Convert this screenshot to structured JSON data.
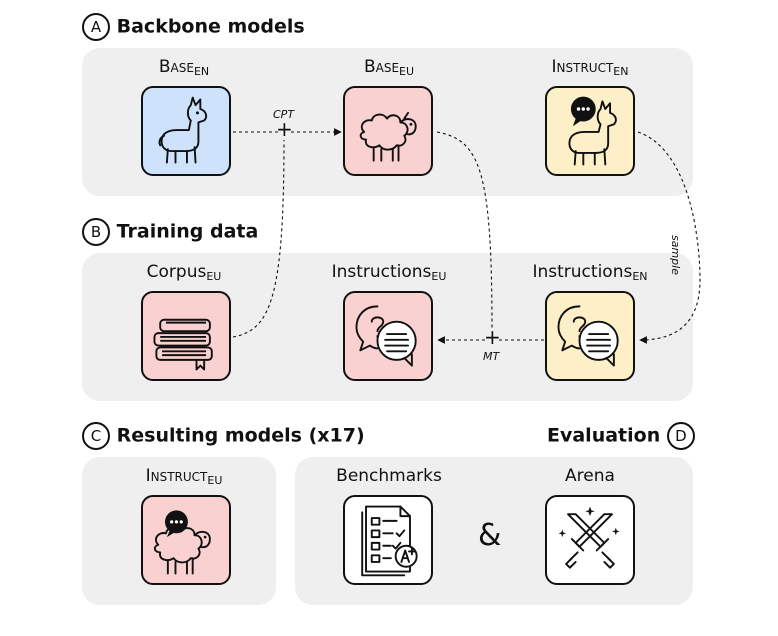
{
  "sections": {
    "a": {
      "letter": "A",
      "title": "Backbone models"
    },
    "b": {
      "letter": "B",
      "title": "Training data"
    },
    "c": {
      "letter": "C",
      "title": "Resulting models (x17)"
    },
    "d": {
      "letter": "D",
      "title": "Evaluation"
    }
  },
  "nodes": {
    "base_en": {
      "name": "Base",
      "sub": "EN"
    },
    "base_eu": {
      "name": "Base",
      "sub": "EU"
    },
    "instruct_en": {
      "name": "Instruct",
      "sub": "EN"
    },
    "corpus_eu": {
      "name": "Corpus",
      "sub": "EU"
    },
    "instructions_eu": {
      "name": "Instructions",
      "sub": "EU"
    },
    "instructions_en": {
      "name": "Instructions",
      "sub": "EN"
    },
    "instruct_eu": {
      "name": "Instruct",
      "sub": "EU"
    },
    "benchmarks": {
      "name": "Benchmarks"
    },
    "arena": {
      "name": "Arena"
    }
  },
  "edge_labels": {
    "cpt": "CPT",
    "mt": "MT",
    "sample": "sample",
    "plus": "+"
  },
  "ampersand": "&",
  "colors": {
    "blue": "#cfe2fb",
    "pink": "#f9d1d1",
    "yellow": "#fdf0c8",
    "white": "#ffffff",
    "panel": "#efefef"
  }
}
